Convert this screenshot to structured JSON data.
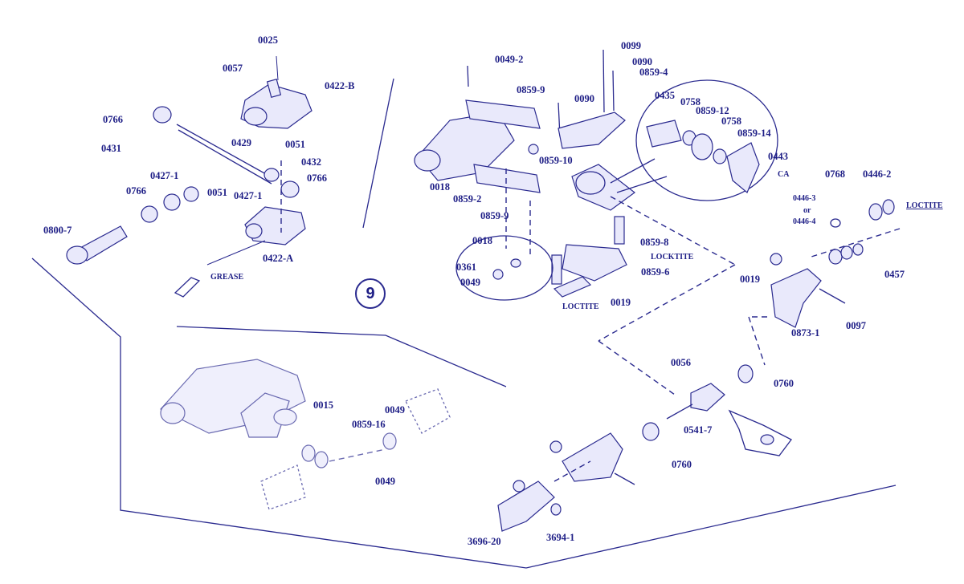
{
  "step_number": "9",
  "part_labels": {
    "p0025": "0025",
    "p0057": "0057",
    "p0422B": "0422-B",
    "p0766a": "0766",
    "p0431": "0431",
    "p0429": "0429",
    "p0051a": "0051",
    "p0432": "0432",
    "p0427_1a": "0427-1",
    "p0766b": "0766",
    "p0766c": "0766",
    "p0051b": "0051",
    "p0427_1b": "0427-1",
    "p0800_7": "0800-7",
    "p0422A": "0422-A",
    "p0049_2": "0049-2",
    "p0099": "0099",
    "p0090a": "0090",
    "p0859_4": "0859-4",
    "p0859_9a": "0859-9",
    "p0090b": "0090",
    "p0435": "0435",
    "p0758a": "0758",
    "p0859_12": "0859-12",
    "p0758b": "0758",
    "p0859_14": "0859-14",
    "p0443": "0443",
    "p0859_10": "0859-10",
    "p0018a": "0018",
    "p0859_2": "0859-2",
    "p0859_9b": "0859-9",
    "p0859_8": "0859-8",
    "p0018b": "0018",
    "p0361": "0361",
    "p0049a": "0049",
    "p0859_6": "0859-6",
    "p0019a": "0019",
    "p0768": "0768",
    "p0446_2": "0446-2",
    "p0446_3": "0446-3",
    "p0446_or": "or",
    "p0446_4": "0446-4",
    "p0457": "0457",
    "p0019b": "0019",
    "p0873_1": "0873-1",
    "p0097": "0097",
    "p0056": "0056",
    "p0760a": "0760",
    "p0541_7": "0541-7",
    "p0760b": "0760",
    "p0015": "0015",
    "p0859_16": "0859-16",
    "p0049b": "0049",
    "p0049c": "0049",
    "p3696_20": "3696-20",
    "p3694_1": "3694-1"
  },
  "notes": {
    "grease": "GREASE",
    "loctite_a": "LOCKTITE",
    "loctite_b": "LOCTITE",
    "loctite_c": "LOCTITE",
    "ca": "CA"
  },
  "colors": {
    "ink": "#2a2a8f",
    "paper": "#ffffff"
  }
}
